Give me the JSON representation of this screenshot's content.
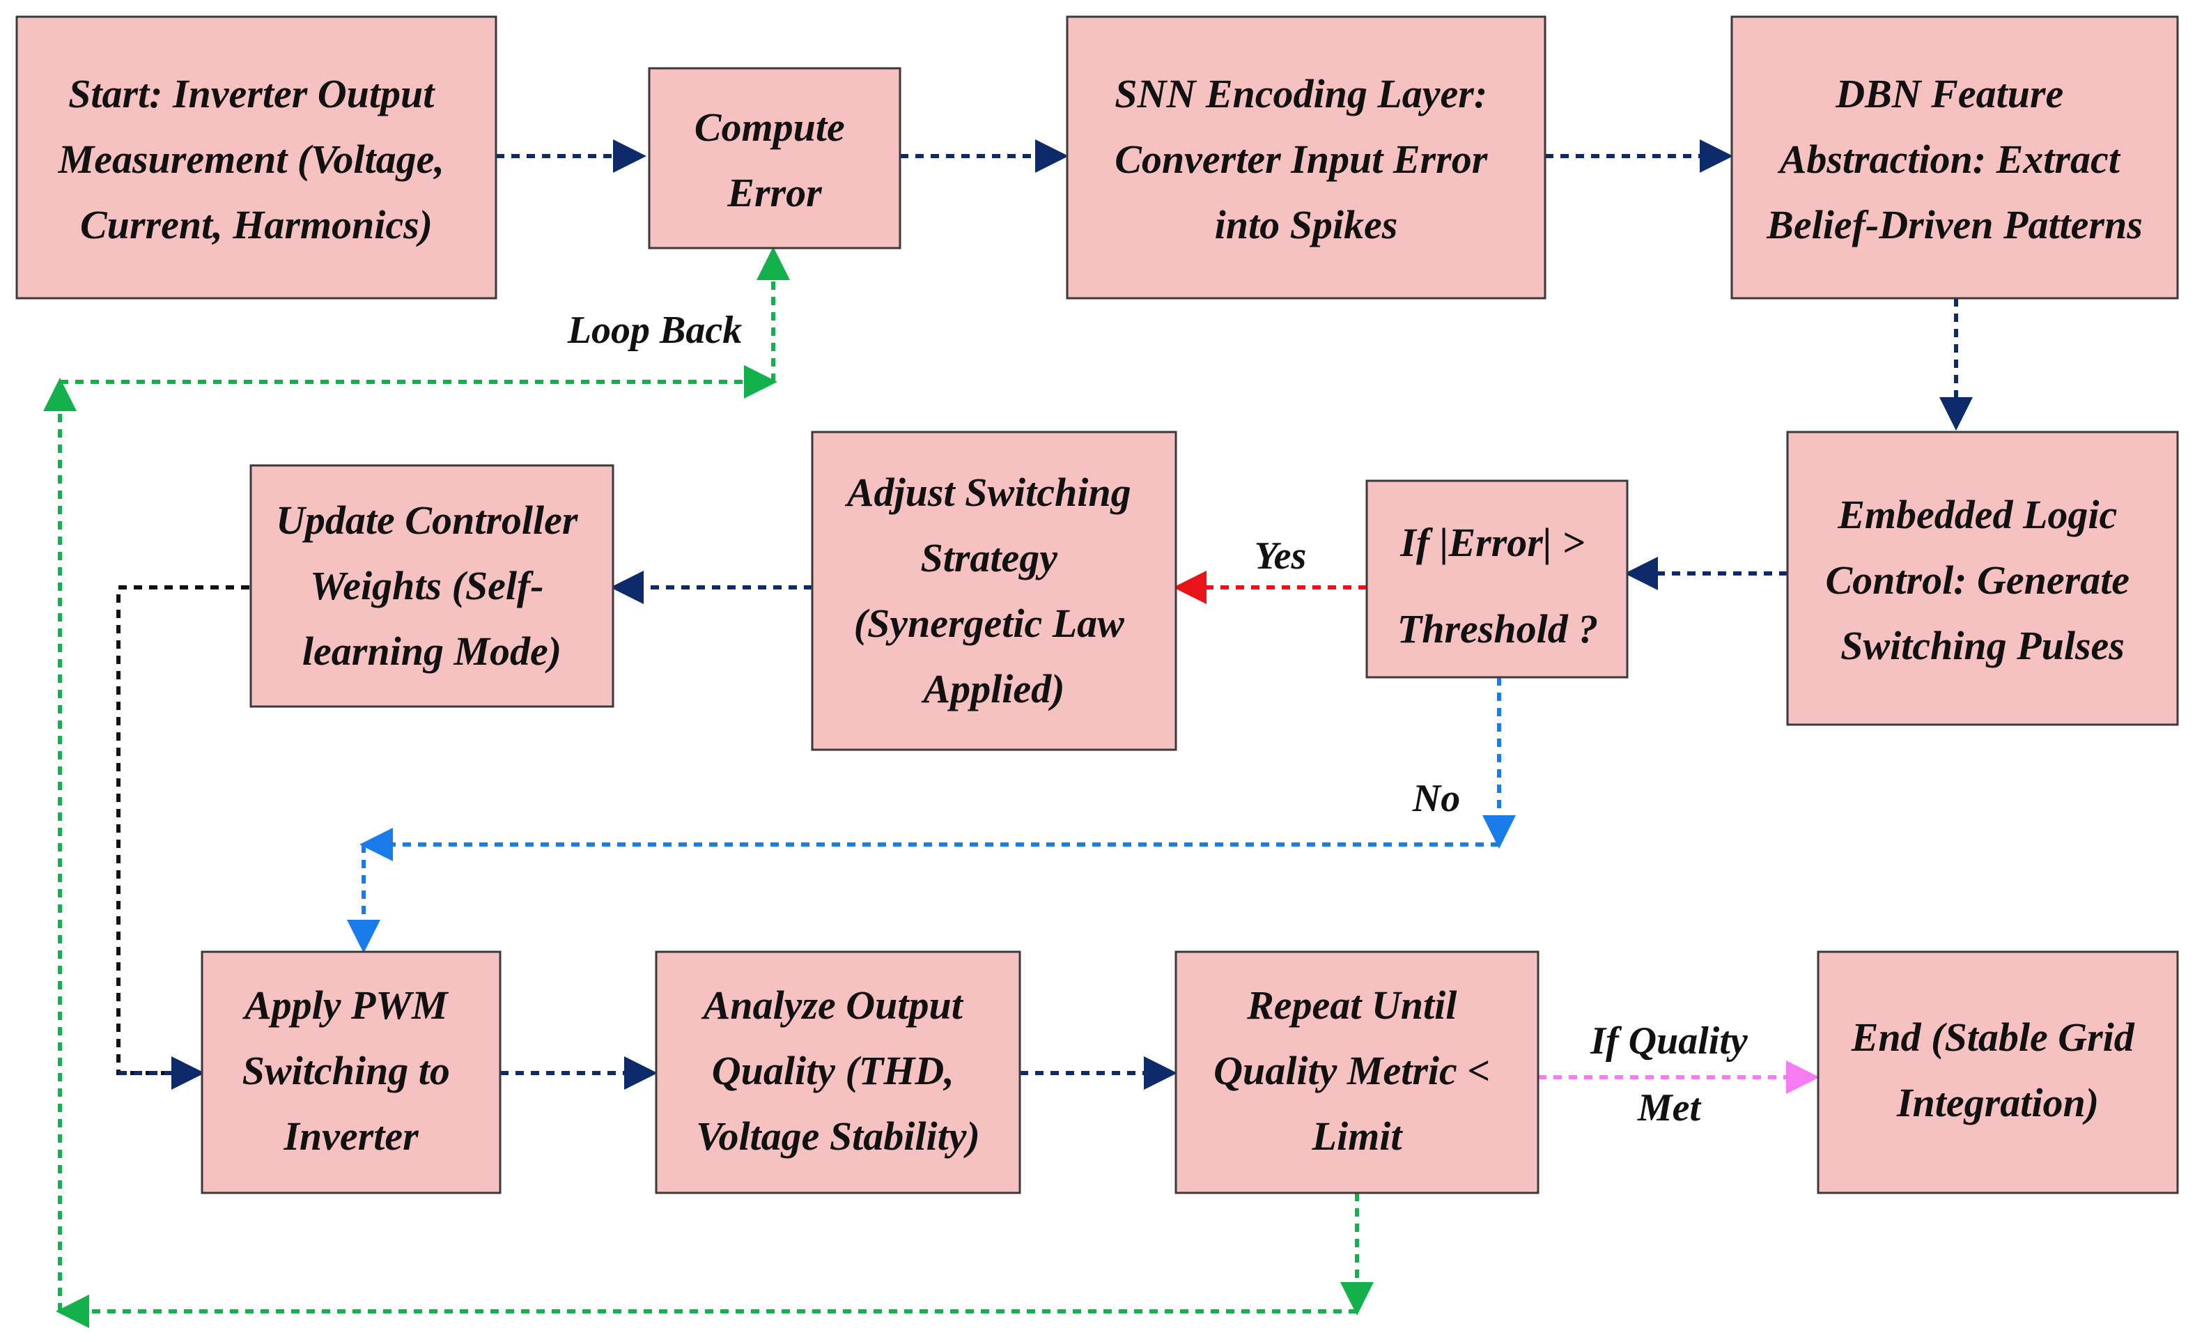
{
  "colors": {
    "box_fill": "#f5c1c1",
    "navy_arrow": "#0d2a6b",
    "loop_arrow": "#13b04b",
    "no_arrow": "#1a7bea",
    "yes_arrow": "#e8141a",
    "update_arrow": "#111111",
    "quality_arrow": "#f77bf2"
  },
  "boxes": {
    "start": [
      "Start: Inverter Output",
      "Measurement (Voltage,",
      "Current, Harmonics)"
    ],
    "compute": [
      "Compute",
      "Error"
    ],
    "snn": [
      "SNN Encoding Layer:",
      "Converter Input Error",
      "into Spikes"
    ],
    "dbn": [
      "DBN Feature",
      "Abstraction: Extract",
      "Belief-Driven Patterns"
    ],
    "embedded": [
      "Embedded Logic",
      "Control: Generate",
      "Switching Pulses"
    ],
    "decision": [
      "If |Error| >",
      "Threshold ?"
    ],
    "adjust": [
      "Adjust Switching",
      "Strategy",
      "(Synergetic Law",
      "Applied)"
    ],
    "update": [
      "Update Controller",
      "Weights (Self-",
      "learning Mode)"
    ],
    "pwm": [
      "Apply PWM",
      "Switching to",
      "Inverter"
    ],
    "analyze": [
      "Analyze Output",
      "Quality (THD,",
      "Voltage Stability)"
    ],
    "repeat": [
      "Repeat Until",
      "Quality Metric <",
      "Limit"
    ],
    "end": [
      "End (Stable Grid",
      "Integration)"
    ]
  },
  "labels": {
    "loop_back": "Loop Back",
    "yes": "Yes",
    "no": "No",
    "if_quality": "If Quality",
    "met": "Met"
  }
}
